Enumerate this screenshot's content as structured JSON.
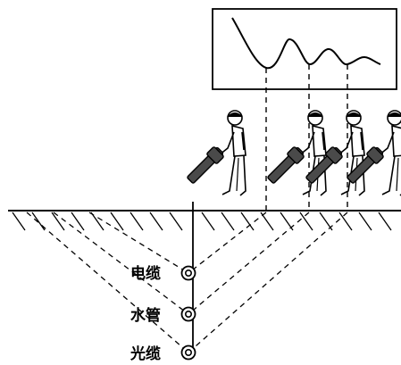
{
  "labels": {
    "cable": "电缆",
    "water_pipe": "水管",
    "optical_cable": "光缆"
  },
  "colors": {
    "line": "#000000",
    "detector_fill": "#4a4a4a",
    "background": "#ffffff"
  },
  "icons": [
    "operator-figure",
    "pipe-detector",
    "buried-pipe-ring"
  ]
}
